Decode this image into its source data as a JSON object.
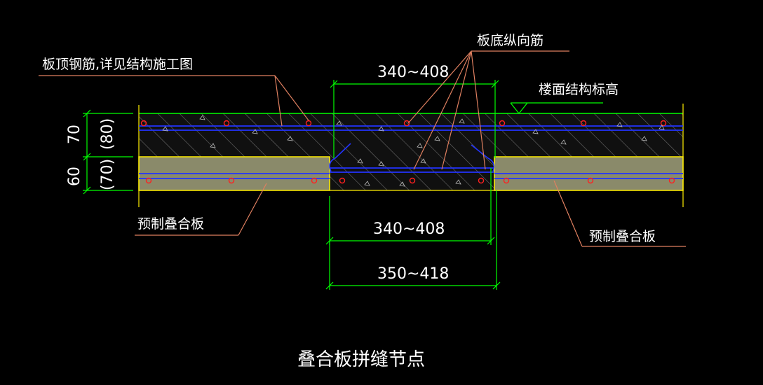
{
  "drawing": {
    "title": "叠合板拼缝节点",
    "labels": {
      "top_rebar": "板顶钢筋,详见结构施工图",
      "bottom_long_rebar": "板底纵向筋",
      "floor_elevation": "楼面结构标高",
      "precast_left": "预制叠合板",
      "precast_right": "预制叠合板"
    },
    "dimensions": {
      "top_span": "340~408",
      "mid_span": "340~408",
      "bottom_span": "350~418",
      "topping_thickness": "70",
      "topping_thickness_alt": "(80)",
      "precast_thickness": "60",
      "precast_thickness_alt": "(70)"
    },
    "colors": {
      "background": "#000000",
      "outline": "#00ff00",
      "precast_fill": "#8a8a6a",
      "rebar": "#2233ff",
      "leader": "#e08060",
      "rebar_dot": "#ff2020",
      "text": "#ffffff"
    }
  }
}
